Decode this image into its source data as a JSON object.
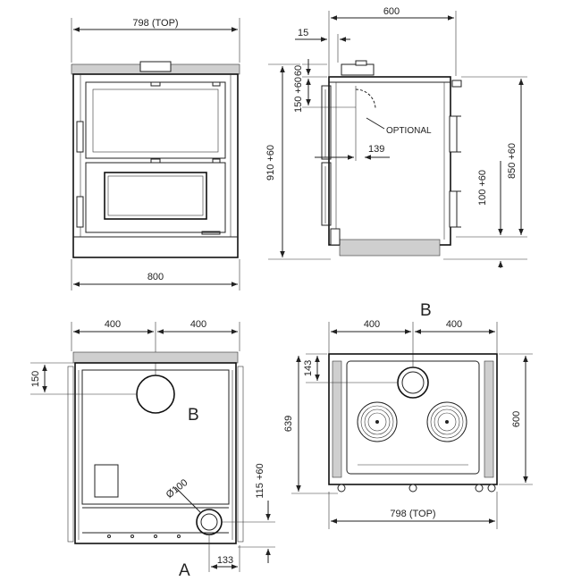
{
  "front": {
    "width_top": "798 (TOP)",
    "width": "800"
  },
  "side": {
    "depth": "600",
    "offset_top": "15",
    "flue_h": "60",
    "flue_from_top": "150 +60",
    "optional": "OPTIONAL",
    "flue_depth": "139",
    "height_total": "910 +60",
    "height_body": "850 +60",
    "foot": "100 +60"
  },
  "rear": {
    "half_left": "400",
    "half_right": "400",
    "flue_top": "150",
    "label_b": "B",
    "diameter": "Ø100",
    "air_height": "115 +60",
    "label_a": "A",
    "air_offset": "133"
  },
  "top": {
    "label_b": "B",
    "half_left": "400",
    "half_right": "400",
    "flue_offset": "143",
    "depth_inner": "639",
    "depth": "600",
    "width_top": "798 (TOP)"
  }
}
